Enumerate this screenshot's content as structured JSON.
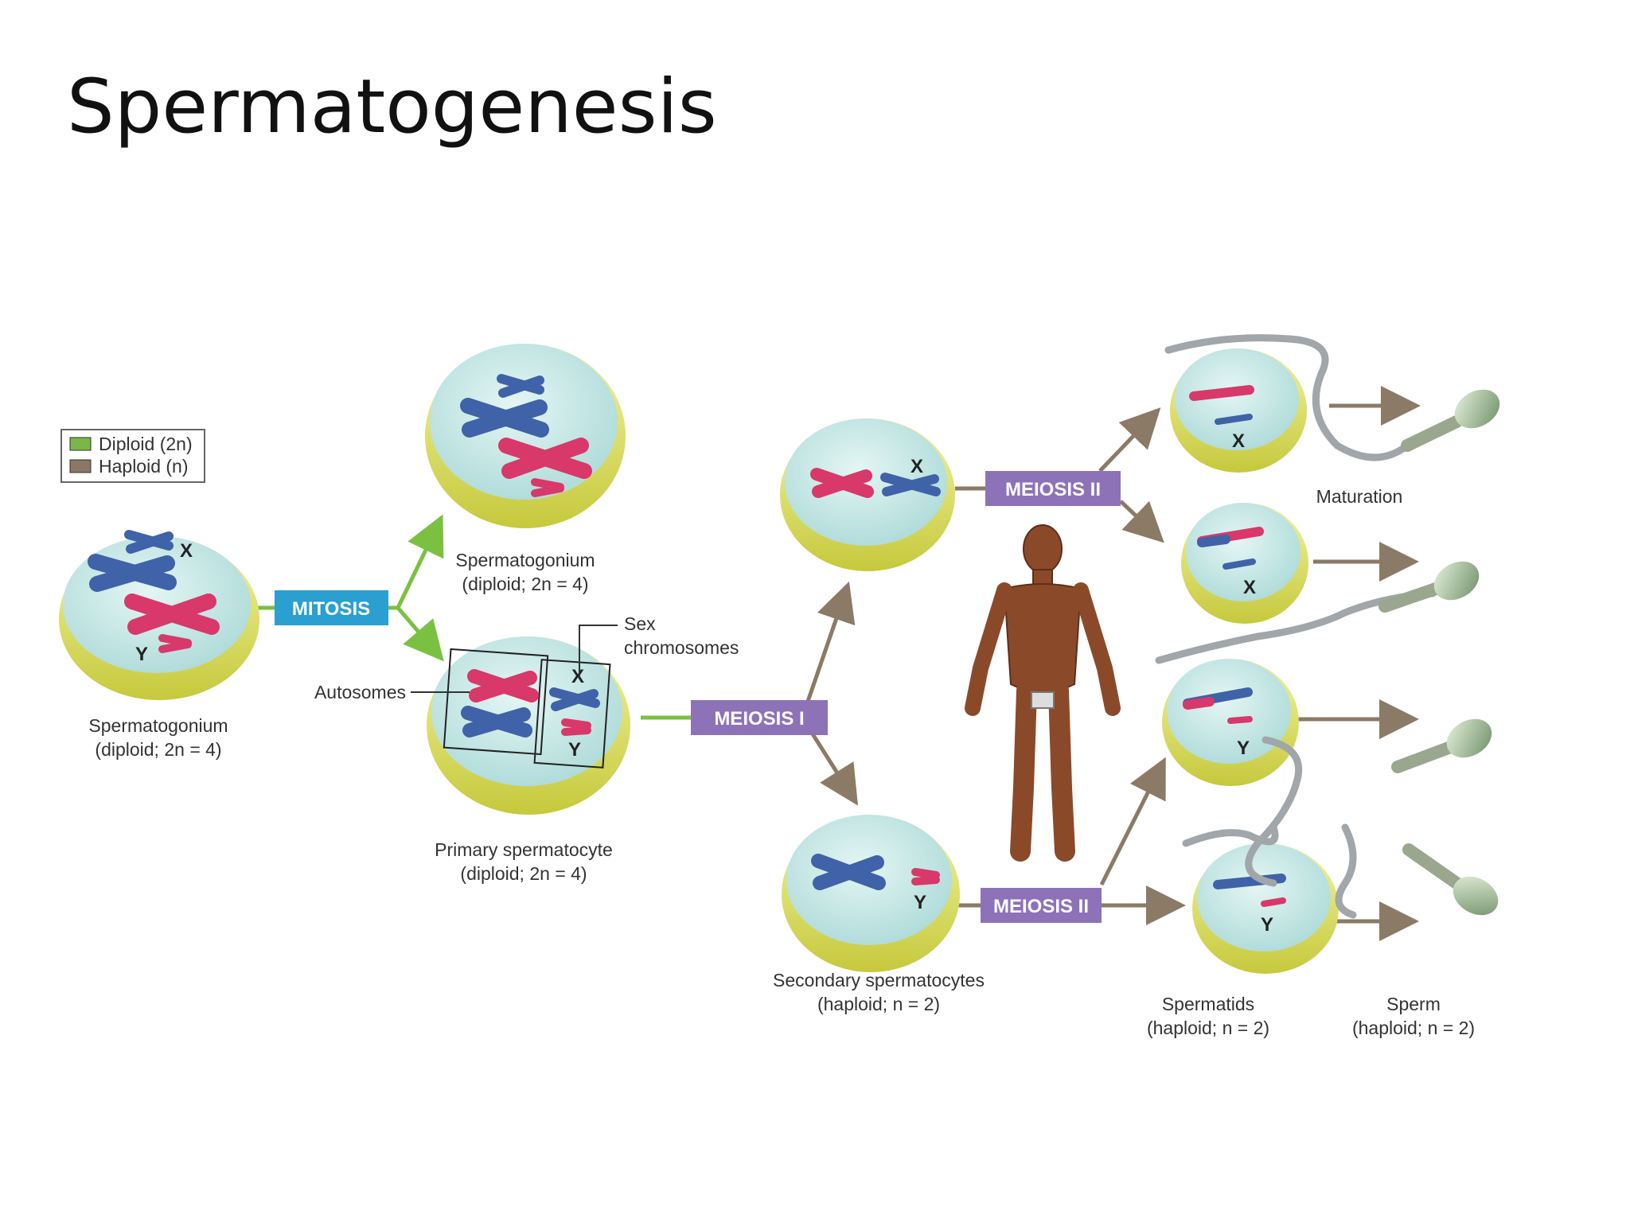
{
  "title": "Spermatogenesis",
  "legend": {
    "items": [
      {
        "text": "Diploid (2n)",
        "color": "#7ab648"
      },
      {
        "text": "Haploid (n)",
        "color": "#8b7765"
      }
    ]
  },
  "stages": {
    "mitosis": "MITOSIS",
    "meiosis1": "MEIOSIS I",
    "meiosis2_top": "MEIOSIS II",
    "meiosis2_bottom": "MEIOSIS II",
    "maturation": "Maturation"
  },
  "labels": {
    "spermatogonium_left": [
      "Spermatogonium",
      "(diploid; 2n = 4)"
    ],
    "spermatogonium_top": [
      "Spermatogonium",
      "(diploid; 2n = 4)"
    ],
    "primary": [
      "Primary spermatocyte",
      "(diploid; 2n = 4)"
    ],
    "secondary": [
      "Secondary spermatocytes",
      "(haploid; n = 2)"
    ],
    "spermatids": [
      "Spermatids",
      "(haploid; n = 2)"
    ],
    "sperm": [
      "Sperm",
      "(haploid; n = 2)"
    ],
    "autosomes": "Autosomes",
    "sex_chromosomes": [
      "Sex",
      "chromosomes"
    ]
  },
  "chromosome_letters": {
    "x": "X",
    "y": "Y"
  },
  "colors": {
    "cell_rim": "#d9dc55",
    "cell_inner": "#bfe3e3",
    "autosome_blue": "#3f62a8",
    "autosome_red": "#d8386a",
    "mitosis_box": "#2a9fd0",
    "meiosis_box": "#8e72b8",
    "diploid_arrow": "#7ac142",
    "haploid_arrow": "#8b7a66"
  }
}
